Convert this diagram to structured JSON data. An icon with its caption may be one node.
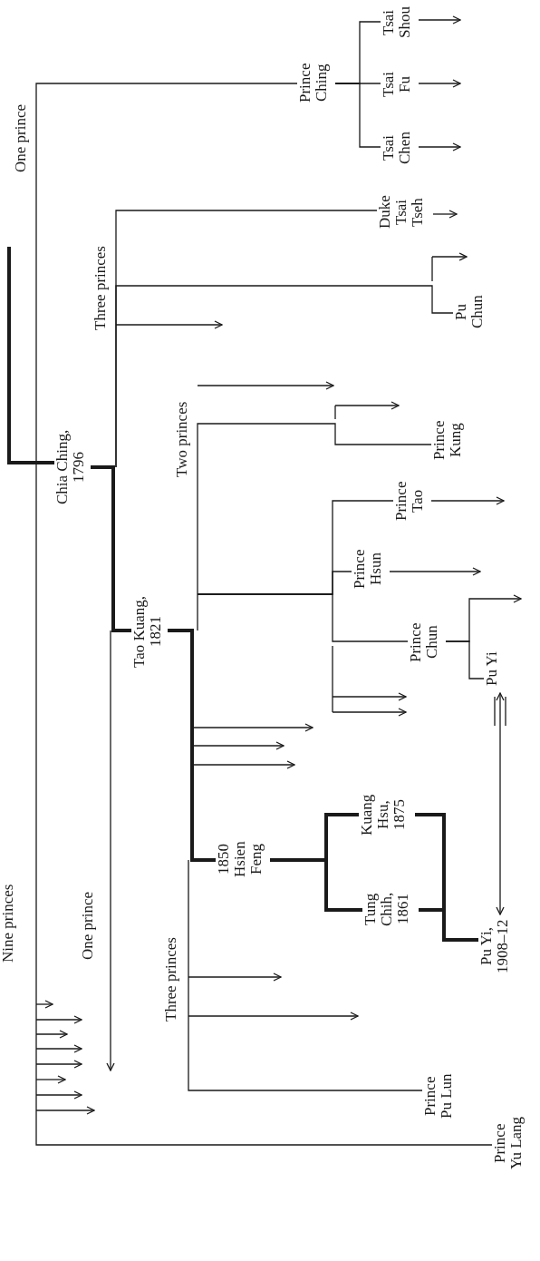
{
  "diagram": {
    "nodes": [
      {
        "text": [
          "Chia Ching, 1796"
        ]
      },
      {
        "text": [
          "Tao Kuang, 1821"
        ]
      },
      {
        "text": [
          "1850 Hsien Feng"
        ]
      },
      {
        "text": [
          "Kuang Hsu, 1875"
        ]
      },
      {
        "text": [
          "Tung Chih, 1861"
        ]
      },
      {
        "text": [
          "Pu Yi, 1908–12"
        ]
      },
      {
        "text": [
          "Prince Ching"
        ]
      },
      {
        "text": [
          "Tsai Shou"
        ]
      },
      {
        "text": [
          "Tsai Fu"
        ]
      },
      {
        "text": [
          "Tsai Chen"
        ]
      },
      {
        "text": [
          "Duke Tsai Tseh"
        ]
      },
      {
        "text": [
          "Pu Chun"
        ]
      },
      {
        "text": [
          "Prince Kung"
        ]
      },
      {
        "text": [
          "Prince Tao"
        ]
      },
      {
        "text": [
          "Prince Hsun"
        ]
      },
      {
        "text": [
          "Prince Chun"
        ]
      },
      {
        "text": [
          "Pu Yi"
        ]
      },
      {
        "text": [
          "Prince Pu Lun"
        ]
      },
      {
        "text": [
          "Prince Yu Lang"
        ]
      }
    ],
    "edges": [
      {
        "from": null,
        "to": 0,
        "arrow": "none",
        "style": "thick"
      },
      {
        "from": 0,
        "to": 1,
        "arrow": "none",
        "style": "thick"
      },
      {
        "from": 1,
        "to": 2,
        "arrow": "none",
        "style": "thick"
      },
      {
        "from": 2,
        "to": 3,
        "arrow": "none",
        "style": "thick"
      },
      {
        "from": 2,
        "to": 4,
        "arrow": "none",
        "style": "thick"
      },
      {
        "from": 3,
        "to": 5,
        "arrow": "none",
        "style": "thick"
      },
      {
        "from": 4,
        "to": 5,
        "arrow": "none",
        "style": "thick"
      },
      {
        "from": null,
        "to": 6,
        "arrow": "none"
      },
      {
        "from": null,
        "to": 18,
        "arrow": "none"
      },
      {
        "from": 6,
        "to": 7,
        "arrow": "none"
      },
      {
        "from": 6,
        "to": 8,
        "arrow": "none"
      },
      {
        "from": 6,
        "to": 9,
        "arrow": "none"
      },
      {
        "from": 7,
        "to": null,
        "arrow": "to"
      },
      {
        "from": 8,
        "to": null,
        "arrow": "to"
      },
      {
        "from": 9,
        "to": null,
        "arrow": "to"
      },
      {
        "from": null,
        "to": 10,
        "arrow": "none"
      },
      {
        "from": 10,
        "to": null,
        "arrow": "to"
      },
      {
        "from": null,
        "to": 11,
        "arrow": "none"
      },
      {
        "from": null,
        "to": 12,
        "arrow": "none"
      },
      {
        "from": null,
        "to": 13,
        "arrow": "none"
      },
      {
        "from": 13,
        "to": null,
        "arrow": "to"
      },
      {
        "from": null,
        "to": 14,
        "arrow": "none"
      },
      {
        "from": 14,
        "to": null,
        "arrow": "to"
      },
      {
        "from": null,
        "to": 15,
        "arrow": "none"
      },
      {
        "from": 15,
        "to": 16,
        "arrow": "none"
      },
      {
        "from": 16,
        "to": 5,
        "arrow": "both"
      },
      {
        "from": null,
        "to": 17,
        "arrow": "none"
      },
      {
        "from": 15,
        "to": null,
        "arrow": "to"
      }
    ],
    "labels": [
      "One prince",
      "Three princes",
      "Two princes",
      "Nine princes",
      "One prince",
      "Three princes"
    ]
  }
}
